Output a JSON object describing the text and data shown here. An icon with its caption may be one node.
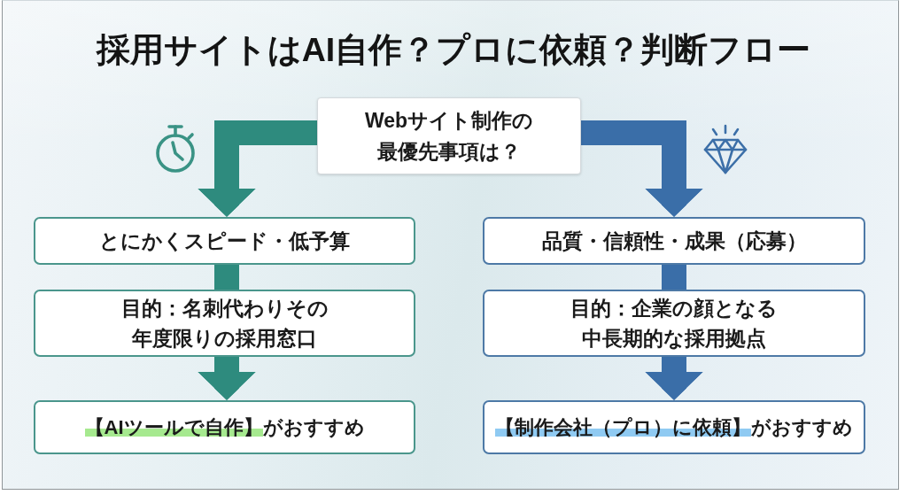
{
  "diagram": {
    "title": "採用サイトはAI自作？プロに依頼？判断フロー",
    "nodes": [
      {
        "text": [
          "Webサイト制作の最優先事項は？"
        ]
      },
      {
        "text": [
          "とにかくスピード・低予算"
        ]
      },
      {
        "text": [
          "目的：名刺代わりその年度限りの採用窓口"
        ]
      },
      {
        "text": [
          "**【AIツールで自作】**がおすすめ"
        ]
      },
      {
        "text": [
          "品質・信頼性・成果（応募）"
        ]
      },
      {
        "text": [
          "目的：企業の顔となる中長期的な採用拠点"
        ]
      },
      {
        "text": [
          "**【制作会社（プロ）に依頼】**がおすすめ"
        ]
      }
    ],
    "edges": [
      {
        "from": 0,
        "to": 1,
        "arrow": "to",
        "color": "#2e8b7e"
      },
      {
        "from": 1,
        "to": 2,
        "arrow": "none",
        "color": "#2e8b7e"
      },
      {
        "from": 2,
        "to": 3,
        "arrow": "to",
        "color": "#2e8b7e"
      },
      {
        "from": 0,
        "to": 4,
        "arrow": "to",
        "color": "#3a6ea8"
      },
      {
        "from": 4,
        "to": 5,
        "arrow": "none",
        "color": "#3a6ea8"
      },
      {
        "from": 5,
        "to": 6,
        "arrow": "to",
        "color": "#3a6ea8"
      }
    ]
  }
}
